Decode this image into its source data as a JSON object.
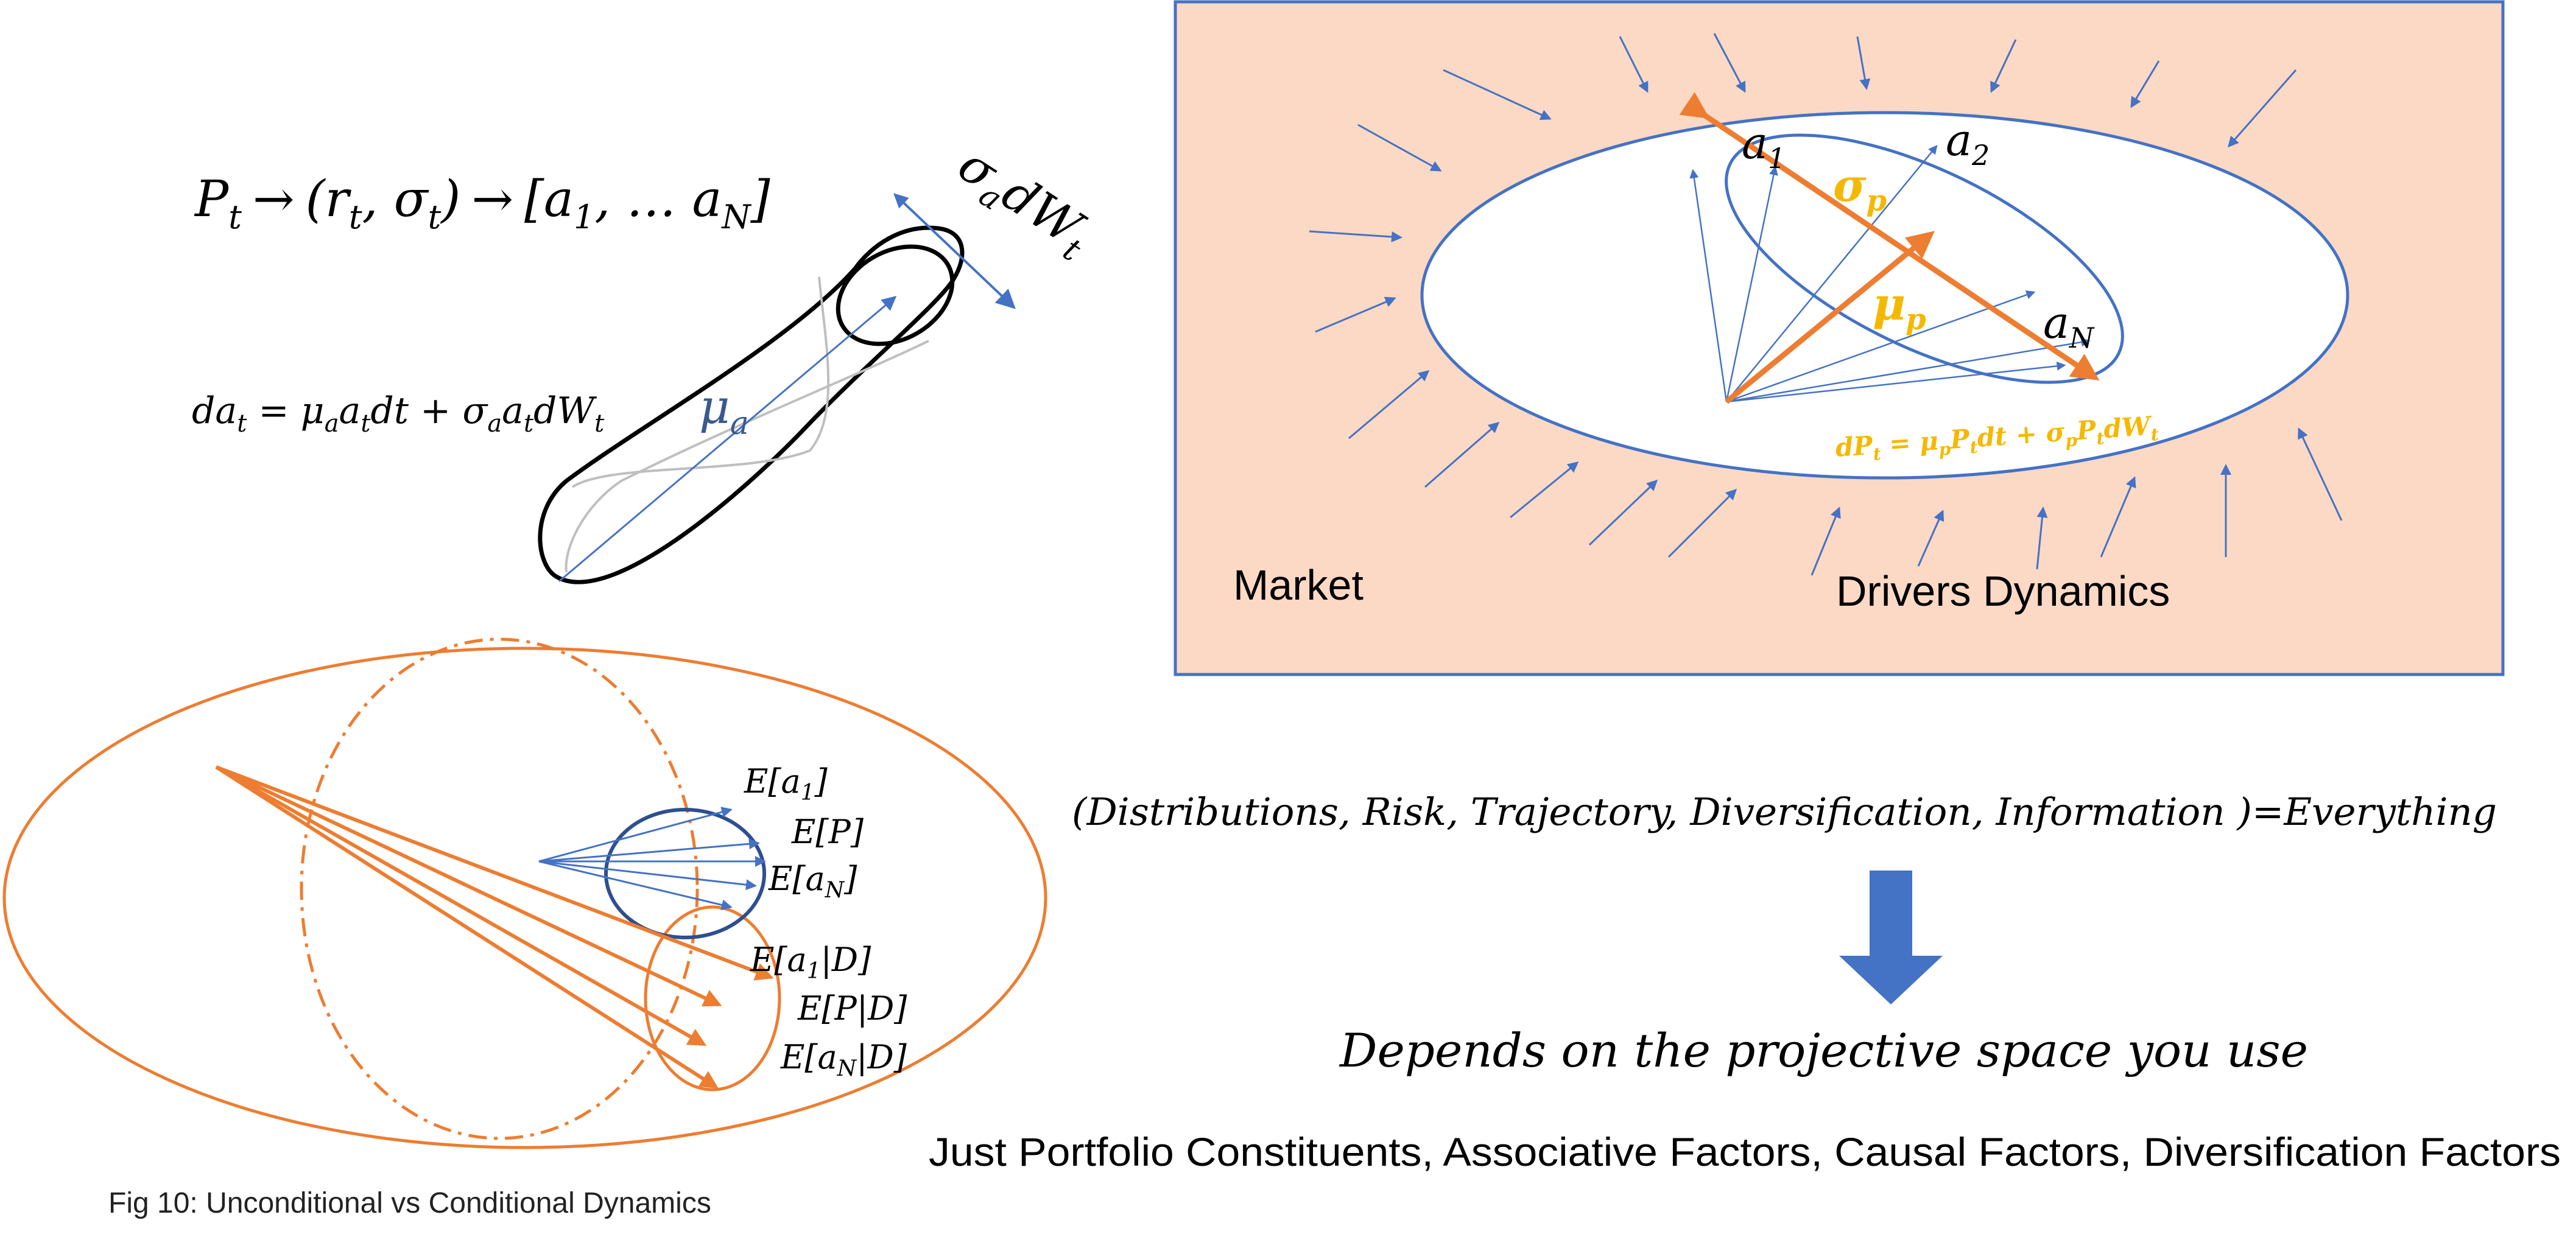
{
  "top_left": {
    "chain": {
      "P": "P",
      "P_sub": "t",
      "arrow1": "→",
      "tuple": "(r",
      "tuple_sub1": "t",
      "tuple_mid": ", σ",
      "tuple_sub2": "t",
      "tuple_close": ")",
      "arrow2": "→",
      "list_open": "[a",
      "list_sub1": "1",
      "list_mid": ", … a",
      "list_subN": "N",
      "list_close": "]"
    },
    "sde": {
      "da": "da",
      "da_sub": "t",
      "eq": " = μ",
      "mu_sub": "a",
      "a1": "a",
      "a1_sub": "t",
      "dt_plus": "dt + σ",
      "sig_sub": "a",
      "a2": "a",
      "a2_sub": "t",
      "dW": "dW",
      "dW_sub": "t"
    },
    "mu_label": "μ",
    "mu_label_sub": "a",
    "sigma_label": "σ",
    "sigma_label_sub": "a",
    "sigma_label_dw": "dW",
    "sigma_label_dw_sub": "t"
  },
  "market_box": {
    "background": "#fbd9c5",
    "border": "#4472c4",
    "market_label": "Market",
    "drivers_label": "Drivers Dynamics",
    "a1": "a",
    "a1_sub": "1",
    "a2": "a",
    "a2_sub": "2",
    "aN": "a",
    "aN_sub": "N",
    "sigma_p": "σ",
    "sigma_p_sub": "p",
    "mu_p": "μ",
    "mu_p_sub": "p",
    "eq": {
      "dP": "dP",
      "dP_sub": "t",
      "eq": " = μ",
      "mu_sub": "p",
      "P1": "P",
      "P1_sub": "t",
      "mid": "dt + σ",
      "sig_sub": "p",
      "P2": "P",
      "P2_sub": "t",
      "dW": "dW",
      "dW_sub": "t"
    },
    "accent": "#f5b800",
    "orange": "#ed7d31"
  },
  "bottom_left": {
    "labels": [
      {
        "pre": "E[a",
        "sub": "1",
        "post": "]"
      },
      {
        "pre": "E[P]",
        "sub": "",
        "post": ""
      },
      {
        "pre": "E[a",
        "sub": "N",
        "post": "]"
      },
      {
        "pre": "E[a",
        "sub": "1",
        "post": "|D]"
      },
      {
        "pre": "E[P|D]",
        "sub": "",
        "post": ""
      },
      {
        "pre": "E[a",
        "sub": "N",
        "post": "|D]"
      }
    ],
    "caption": "Fig 10: Unconditional vs Conditional Dynamics"
  },
  "right_bottom": {
    "everything": "(Distributions, Risk, Trajectory, Diversification, Information )=Everything",
    "depends": "Depends on the projective space you use",
    "factors": "Just Portfolio Constituents, Associative Factors, Causal Factors, Diversification Factors",
    "arrow_color": "#4472c4"
  }
}
